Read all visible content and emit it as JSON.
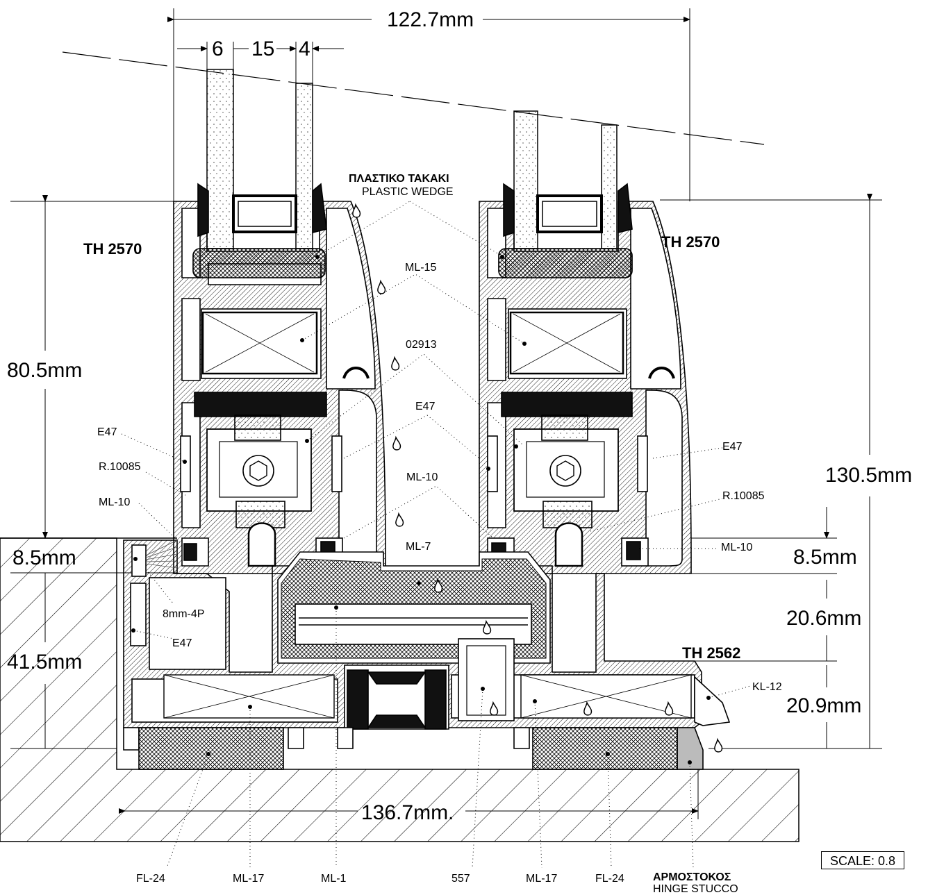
{
  "dimensions": {
    "total_width_top": "122.7mm",
    "glass_a": "6",
    "glass_gap": "15",
    "glass_b": "4",
    "height_left": "80.5mm",
    "height_left_b": "8.5mm",
    "height_left_c": "41.5mm",
    "height_right": "130.5mm",
    "height_right_b": "8.5mm",
    "height_right_c": "20.6mm",
    "height_right_d": "20.9mm",
    "total_width_bottom": "136.7mm."
  },
  "profiles": {
    "left": "TH 2570",
    "right": "TH 2570",
    "bottom": "TH 2562"
  },
  "labels": {
    "plastic_wedge_gr": "ΠΛΑΣΤΙΚΟ ΤΑΚΑΚΙ",
    "plastic_wedge_en": "PLASTIC WEDGE",
    "ml15": "ML-15",
    "p02913": "02913",
    "e47_center": "E47",
    "ml10_center": "ML-10",
    "ml7": "ML-7",
    "e47_left": "E47",
    "r10085_left": "R.10085",
    "ml10_left": "ML-10",
    "brush": "8mm-4P",
    "e47_lower": "E47",
    "e47_right": "E47",
    "r10085_right": "R.10085",
    "ml10_right": "ML-10",
    "kl12": "KL-12",
    "fl24_a": "FL-24",
    "ml17_a": "ML-17",
    "ml1": "ML-1",
    "p557": "557",
    "ml17_b": "ML-17",
    "fl24_b": "FL-24",
    "hinge_gr": "ΑΡΜΟΣΤΟΚΟΣ",
    "hinge_en": "HINGE STUCCO"
  },
  "scale": "SCALE: 0.8"
}
